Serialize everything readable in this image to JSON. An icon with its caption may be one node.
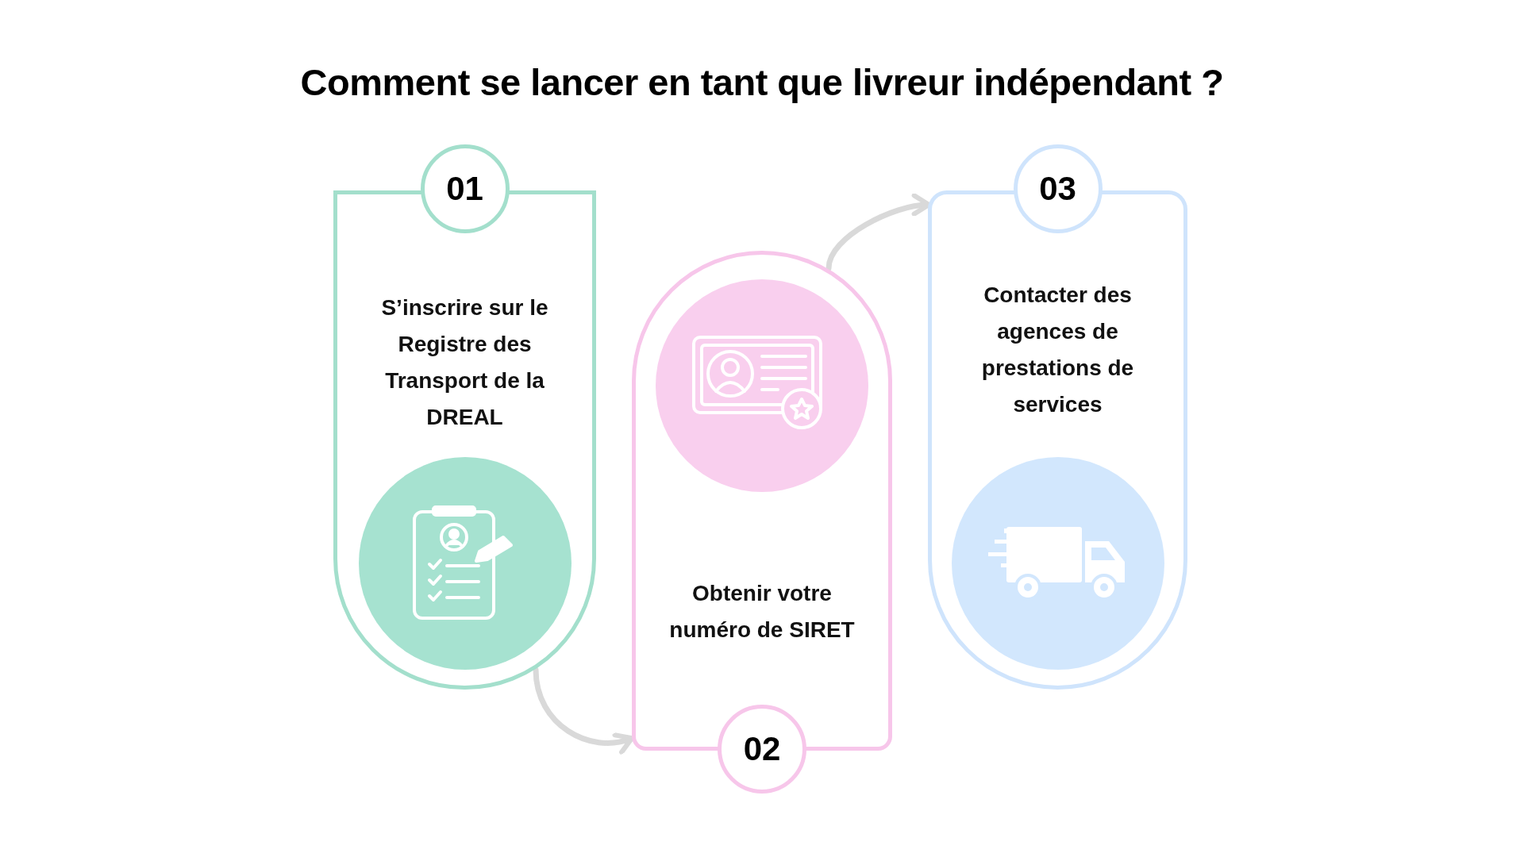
{
  "diagram": {
    "title": "Comment se lancer en tant que livreur indépendant ?",
    "nodes": [
      {
        "text": [
          "01",
          "S’inscrire sur le Registre des Transport de la DREAL"
        ]
      },
      {
        "text": [
          "Obtenir votre numéro de SIRET",
          "02"
        ]
      },
      {
        "text": [
          "03",
          "Contacter des agences de prestations de services"
        ]
      }
    ],
    "edges": [
      {
        "from": 0,
        "to": 1,
        "arrow": "to"
      },
      {
        "from": 1,
        "to": 2,
        "arrow": "to"
      }
    ]
  }
}
